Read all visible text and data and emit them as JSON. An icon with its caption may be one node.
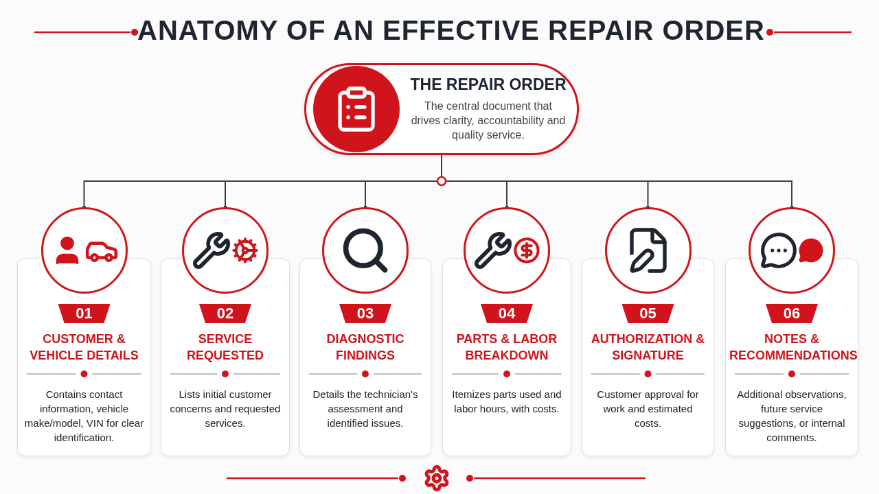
{
  "diagram": {
    "title": "ANATOMY OF AN **EFFECTIVE REPAIR ORDER**",
    "nodes": [
      {
        "text": [
          "THE REPAIR ORDER",
          "The central document that drives clarity, accountability and quality service."
        ]
      },
      {
        "text": [
          "01",
          "CUSTOMER & VEHICLE DETAILS",
          "Contains contact information, vehicle make/model, VIN for clear identification."
        ]
      },
      {
        "text": [
          "02",
          "SERVICE REQUESTED",
          "Lists initial customer concerns and requested services."
        ]
      },
      {
        "text": [
          "03",
          "DIAGNOSTIC FINDINGS",
          "Details the technician's assessment and identified issues."
        ]
      },
      {
        "text": [
          "04",
          "PARTS & LABOR BREAKDOWN",
          "Itemizes parts used and labor hours, with costs."
        ]
      },
      {
        "text": [
          "05",
          "AUTHORIZATION & SIGNATURE",
          "Customer approval for work and estimated costs."
        ]
      },
      {
        "text": [
          "06",
          "NOTES & RECOMMENDATIONS",
          "Additional observations, future service suggestions, or internal comments."
        ]
      }
    ],
    "edges": [
      {
        "from": 0,
        "to": 1,
        "arrow": "other"
      },
      {
        "from": 0,
        "to": 2,
        "arrow": "other"
      },
      {
        "from": 0,
        "to": 3,
        "arrow": "other"
      },
      {
        "from": 0,
        "to": 4,
        "arrow": "other"
      },
      {
        "from": 0,
        "to": 5,
        "arrow": "other"
      },
      {
        "from": 0,
        "to": 6,
        "arrow": "other"
      }
    ]
  }
}
